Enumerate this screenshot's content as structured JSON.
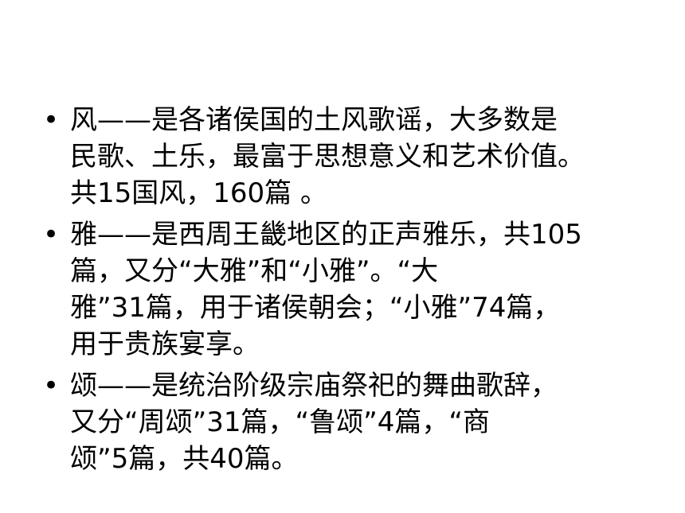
{
  "slide": {
    "bullet_glyph": "•",
    "items": [
      {
        "lines": [
          "风——是各诸侯国的土风歌谣，大多数是",
          "民歌、土乐，最富于思想意义和艺术价值。",
          "共15国风，160篇 。"
        ]
      },
      {
        "lines": [
          "雅——是西周王畿地区的正声雅乐，共105",
          "篇，又分“大雅”和“小雅”。“大",
          "雅”31篇，用于诸侯朝会；“小雅”74篇，",
          "用于贵族宴享。"
        ]
      },
      {
        "lines": [
          "颂——是统治阶级宗庙祭祀的舞曲歌辞，",
          "又分“周颂”31篇，“鲁颂”4篇，“商",
          "颂”5篇，共40篇。"
        ]
      }
    ]
  }
}
